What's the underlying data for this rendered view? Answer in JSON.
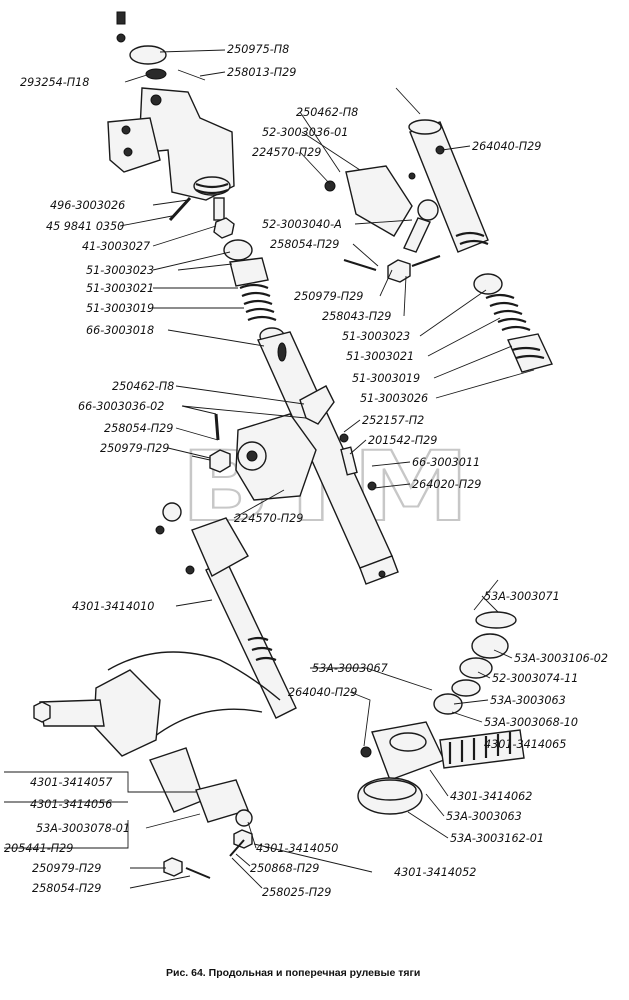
{
  "figure": {
    "caption": "Рис. 64.  Продольная и поперечная рулевые тяги",
    "watermark": "BTM"
  },
  "callouts": [
    {
      "id": "c01",
      "text": "250975-П8"
    },
    {
      "id": "c02",
      "text": "258013-П29"
    },
    {
      "id": "c03",
      "text": "293254-П18"
    },
    {
      "id": "c04",
      "text": "250462-П8"
    },
    {
      "id": "c05",
      "text": "52-3003036-01"
    },
    {
      "id": "c06",
      "text": "224570-П29"
    },
    {
      "id": "c07",
      "text": "264040-П29"
    },
    {
      "id": "c08",
      "text": "496-3003026"
    },
    {
      "id": "c09",
      "text": "45 9841 0350"
    },
    {
      "id": "c10",
      "text": "52-3003040-А"
    },
    {
      "id": "c11",
      "text": "258054-П29"
    },
    {
      "id": "c12",
      "text": "41-3003027"
    },
    {
      "id": "c13",
      "text": "51-3003023"
    },
    {
      "id": "c14",
      "text": "51-3003021"
    },
    {
      "id": "c15",
      "text": "250979-П29"
    },
    {
      "id": "c16",
      "text": "258043-П29"
    },
    {
      "id": "c17",
      "text": "51-3003019"
    },
    {
      "id": "c18",
      "text": "66-3003018"
    },
    {
      "id": "c19",
      "text": "51-3003023"
    },
    {
      "id": "c20",
      "text": "51-3003021"
    },
    {
      "id": "c21",
      "text": "51-3003019"
    },
    {
      "id": "c22",
      "text": "250462-П8"
    },
    {
      "id": "c23",
      "text": "51-3003026"
    },
    {
      "id": "c24",
      "text": "66-3003036-02"
    },
    {
      "id": "c25",
      "text": "252157-П2"
    },
    {
      "id": "c26",
      "text": "258054-П29"
    },
    {
      "id": "c27",
      "text": "201542-П29"
    },
    {
      "id": "c28",
      "text": "250979-П29"
    },
    {
      "id": "c29",
      "text": "66-3003011"
    },
    {
      "id": "c30",
      "text": "264020-П29"
    },
    {
      "id": "c31",
      "text": "224570-П29"
    },
    {
      "id": "c32",
      "text": "53А-3003071"
    },
    {
      "id": "c33",
      "text": "4301-3414010"
    },
    {
      "id": "c34",
      "text": "53А-3003106-02"
    },
    {
      "id": "c35",
      "text": "53А-3003067"
    },
    {
      "id": "c36",
      "text": "52-3003074-11"
    },
    {
      "id": "c37",
      "text": "264040-П29"
    },
    {
      "id": "c38",
      "text": "53А-3003063"
    },
    {
      "id": "c39",
      "text": "53А-3003068-10"
    },
    {
      "id": "c40",
      "text": "4301-3414065"
    },
    {
      "id": "c41",
      "text": "4301-3414057"
    },
    {
      "id": "c42",
      "text": "4301-3414056"
    },
    {
      "id": "c43",
      "text": "4301-3414062"
    },
    {
      "id": "c44",
      "text": "53А-3003078-01"
    },
    {
      "id": "c45",
      "text": "53А-3003063"
    },
    {
      "id": "c46",
      "text": "205441-П29"
    },
    {
      "id": "c47",
      "text": "4301-3414050"
    },
    {
      "id": "c48",
      "text": "53А-3003162-01"
    },
    {
      "id": "c49",
      "text": "250979-П29"
    },
    {
      "id": "c50",
      "text": "250868-П29"
    },
    {
      "id": "c51",
      "text": "4301-3414052"
    },
    {
      "id": "c52",
      "text": "258054-П29"
    },
    {
      "id": "c53",
      "text": "258025-П29"
    }
  ]
}
